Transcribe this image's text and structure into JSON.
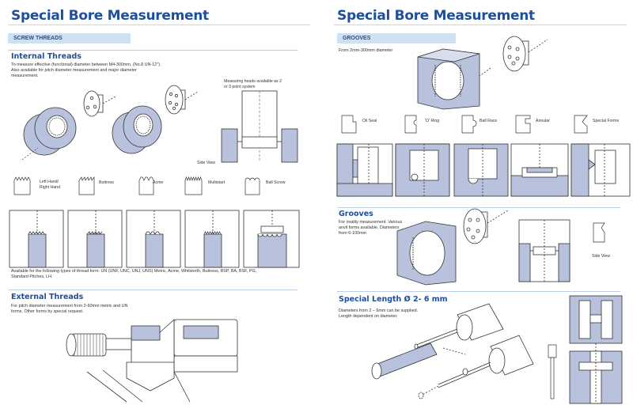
{
  "left": {
    "title": "Special Bore Measurement",
    "tag": "SCREW THREADS",
    "internal": {
      "heading": "Internal Threads",
      "text": [
        "To measure effective (functional) diameter between M4-300mm. (No.8 UN-12\").",
        "Also available for pitch diameter measurement and major diameter",
        "measurement."
      ],
      "heads_note": [
        "Measuring heads available as 2",
        "or 3 point system"
      ],
      "side_view": "Side View",
      "forms": [
        {
          "label_lines": [
            "Left Hand/",
            "Right Hand"
          ]
        },
        {
          "label_lines": [
            "Buttress"
          ]
        },
        {
          "label_lines": [
            "Acme"
          ]
        },
        {
          "label_lines": [
            "Multistart"
          ]
        },
        {
          "label_lines": [
            "Ball Screw"
          ]
        }
      ],
      "available": [
        "Available for the following types of thread form: UN (UNF, UNC, UNJ, UNS) Metric, Acme, Whitworth, Buttress, BSP, BA, BSF, PG,",
        "Standard Pitches, LH."
      ]
    },
    "external": {
      "heading": "External Threads",
      "text": [
        "For pitch diameter measurement from 2-60mm metric and UN",
        "forms. Other forms by special request."
      ]
    }
  },
  "right": {
    "title": "Special Bore Measurement",
    "tag": "GROOVES",
    "grooves_top": {
      "text": "From 2mm-300mm diameter",
      "forms": [
        {
          "label": "Oil Seal"
        },
        {
          "label": "'O' Ring"
        },
        {
          "label": "Ball Race"
        },
        {
          "label": "Annular"
        },
        {
          "label": "Special Forms"
        }
      ]
    },
    "grooves": {
      "heading": "Grooves",
      "text": [
        "For ovality measurement. Various",
        "anvil forms available. Diameters",
        "from 6-100mm"
      ],
      "side_view": "Side View"
    },
    "special_length": {
      "heading": "Special Length Ø 2- 6 mm",
      "text": [
        "Diameters from 2 – 6mm can be supplied.",
        "Length dependent on diameter."
      ]
    }
  },
  "colors": {
    "heading": "#1f4f9a",
    "tag_bg": "#cfe0f1",
    "part_fill": "#b8c2dd"
  }
}
